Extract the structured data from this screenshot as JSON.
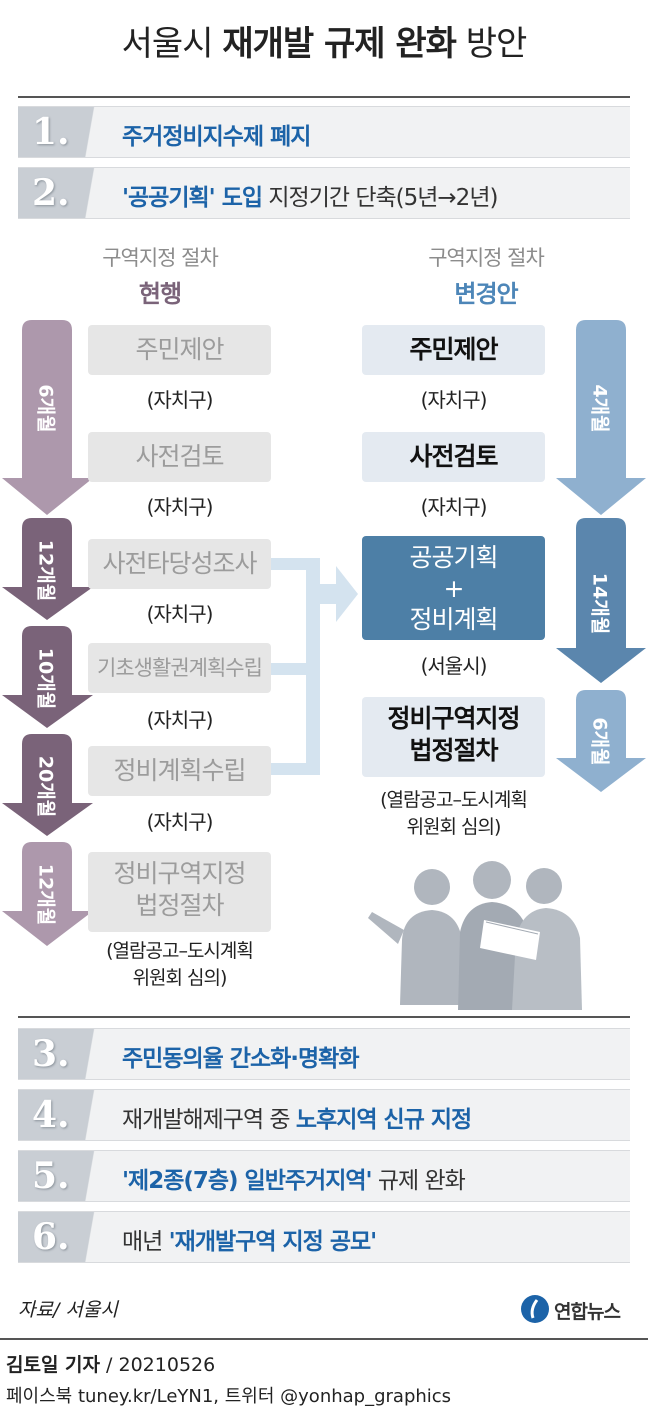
{
  "title": {
    "part1": "서울시 ",
    "bold": "재개발 규제 완화",
    "part2": " 방안"
  },
  "items": [
    {
      "num": "1.",
      "pre": "",
      "hl": "주거정비지수제 폐지",
      "post": ""
    },
    {
      "num": "2.",
      "pre": "",
      "hl": "'공공기획' 도입",
      "post": " 지정기간 단축(5년→2년)"
    },
    {
      "num": "3.",
      "pre": "",
      "hl": "주민동의율 간소화·명확화",
      "post": ""
    },
    {
      "num": "4.",
      "pre": "재개발해제구역 중 ",
      "hl": "노후지역 신규 지정",
      "post": ""
    },
    {
      "num": "5.",
      "pre": "",
      "hl": "'제2종(7층) 일반주거지역'",
      "post": " 규제 완화"
    },
    {
      "num": "6.",
      "pre": "매년 ",
      "hl": "'재개발구역 지정 공모'",
      "post": ""
    }
  ],
  "current": {
    "heading": "구역지정 절차",
    "label": "현행",
    "steps": [
      {
        "name": "주민제안",
        "by": "(자치구)"
      },
      {
        "name": "사전검토",
        "by": "(자치구)"
      },
      {
        "name": "사전타당성조사",
        "by": "(자치구)"
      },
      {
        "name": "기초생활권계획수립",
        "by": "(자치구)"
      },
      {
        "name": "정비계획수립",
        "by": "(자치구)"
      },
      {
        "name": "정비구역지정\n법정절차",
        "by": "(열람공고–도시계획\n위원회 심의)"
      }
    ],
    "durations": [
      "6개월",
      "12개월",
      "10개월",
      "20개월",
      "12개월"
    ]
  },
  "proposed": {
    "heading": "구역지정 절차",
    "label": "변경안",
    "steps": [
      {
        "name": "주민제안",
        "by": "(자치구)"
      },
      {
        "name": "사전검토",
        "by": "(자치구)"
      },
      {
        "name": "공공기획\n+\n정비계획",
        "by": "(서울시)"
      },
      {
        "name": "정비구역지정\n법정절차",
        "by": "(열람공고–도시계획\n위원회 심의)"
      }
    ],
    "durations": [
      "4개월",
      "14개월",
      "6개월"
    ]
  },
  "source": "자료/ 서울시",
  "logo": "연합뉴스",
  "reporter": {
    "name": "김토일 기자",
    "date": " / 20210526"
  },
  "social": "페이스북 tuney.kr/LeYN1, 트위터 @yonhap_graphics",
  "colors": {
    "accent": "#1c63a8",
    "current_arrow": "#8a7488",
    "proposed_arrow": "#7f9fbf",
    "highlight_box": "#4d7fa6"
  }
}
